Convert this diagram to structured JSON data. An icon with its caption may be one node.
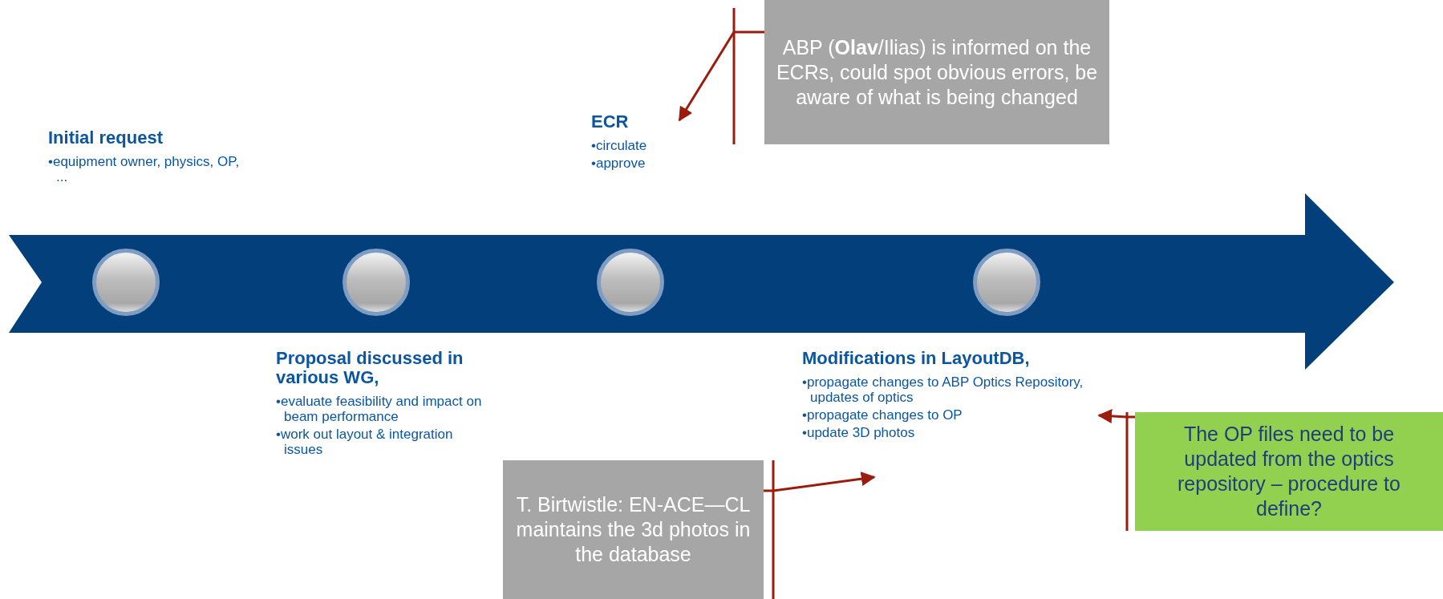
{
  "diagram": {
    "nodes": [
      {
        "text": [],
        "shape": "arrow"
      },
      {
        "text": [],
        "shape": "circle",
        "in": 0
      },
      {
        "text": [],
        "shape": "circle",
        "in": 0
      },
      {
        "text": [],
        "shape": "circle",
        "in": 0
      },
      {
        "text": [],
        "shape": "circle",
        "in": 0
      },
      {
        "text": [
          "Initial request",
          "•equipment owner, physics, OP, ..."
        ]
      },
      {
        "text": [
          "Proposal discussed in various WG,",
          "•evaluate feasibility and impact on beam performance",
          "•work out layout & integration issues"
        ]
      },
      {
        "text": [
          "ECR",
          "•circulate",
          "•approve"
        ]
      },
      {
        "text": [
          "Modifications in LayoutDB,",
          "•propagate changes to ABP Optics Repository, updates of optics",
          "•propagate changes to OP",
          "•update 3D photos"
        ]
      },
      {
        "text": [
          "ABP (**Olav**/Ilias) is informed on the ECRs, could spot obvious errors, be aware of what is being changed"
        ]
      },
      {
        "text": [
          "T. Birtwistle: EN-ACE—CL maintains the 3d photos in the database"
        ]
      },
      {
        "text": [
          "The OP files need to be updated from the optics repository – procedure to define?"
        ]
      }
    ],
    "edges": [
      {
        "from": 9,
        "to": 7,
        "arrow": "to"
      },
      {
        "from": 10,
        "to": 8,
        "arrow": "to"
      },
      {
        "from": 11,
        "to": 8,
        "arrow": "to"
      }
    ]
  }
}
